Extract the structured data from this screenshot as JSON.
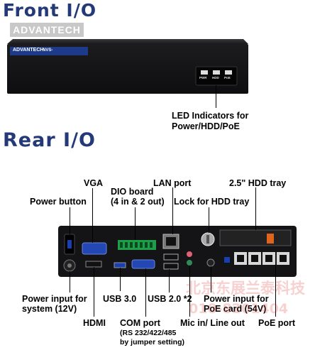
{
  "front": {
    "heading": "Front I/O",
    "logo": "ADVANTECH",
    "device_brand": "ADVANTECH",
    "device_model": "NVS-",
    "led_labels": [
      "PWR",
      "HDD",
      "PoE"
    ],
    "callout": [
      "LED Indicators for",
      "Power/HDD/PoE"
    ]
  },
  "rear": {
    "heading": "Rear I/O",
    "labels": {
      "vga": "VGA",
      "power_button": "Power button",
      "dio_board": [
        "DIO board",
        "(4 in & 2 out)"
      ],
      "lan_port": "LAN port",
      "hdd_tray": "2.5\" HDD tray",
      "lock_hdd": "Lock for HDD tray",
      "power_input": [
        "Power input for",
        "system (12V)"
      ],
      "usb30": "USB 3.0",
      "usb20": "USB 2.0 *2",
      "power_poe": [
        "Power input for",
        "PoE card (54V)"
      ],
      "hdmi": "HDMI",
      "com_port": [
        "COM port",
        "(RS 232/422/485",
        "by jumper setting)"
      ],
      "mic": "Mic in/ Line out",
      "poe_port": "PoE port"
    }
  },
  "watermark": {
    "line1": "北京东展兰泰科技",
    "line2": "010-8201404"
  }
}
